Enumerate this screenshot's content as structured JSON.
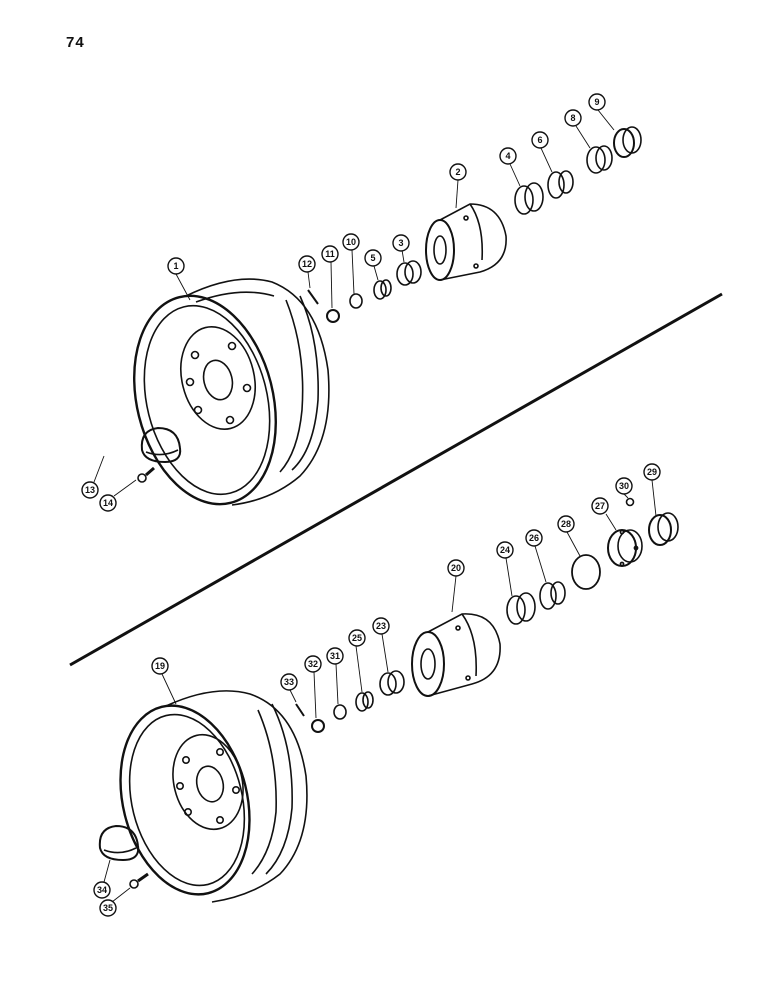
{
  "page_number": "74",
  "callouts_upper": [
    {
      "id": "c1",
      "label": "1"
    },
    {
      "id": "c2",
      "label": "2"
    },
    {
      "id": "c3",
      "label": "3"
    },
    {
      "id": "c4",
      "label": "4"
    },
    {
      "id": "c5",
      "label": "5"
    },
    {
      "id": "c6",
      "label": "6"
    },
    {
      "id": "c8",
      "label": "8"
    },
    {
      "id": "c9",
      "label": "9"
    },
    {
      "id": "c10",
      "label": "10"
    },
    {
      "id": "c11",
      "label": "11"
    },
    {
      "id": "c12",
      "label": "12"
    },
    {
      "id": "c13",
      "label": "13"
    },
    {
      "id": "c14",
      "label": "14"
    }
  ],
  "callouts_lower": [
    {
      "id": "c19",
      "label": "19"
    },
    {
      "id": "c20",
      "label": "20"
    },
    {
      "id": "c23",
      "label": "23"
    },
    {
      "id": "c24",
      "label": "24"
    },
    {
      "id": "c25",
      "label": "25"
    },
    {
      "id": "c26",
      "label": "26"
    },
    {
      "id": "c27",
      "label": "27"
    },
    {
      "id": "c28",
      "label": "28"
    },
    {
      "id": "c29",
      "label": "29"
    },
    {
      "id": "c30",
      "label": "30"
    },
    {
      "id": "c31",
      "label": "31"
    },
    {
      "id": "c32",
      "label": "32"
    },
    {
      "id": "c33",
      "label": "33"
    },
    {
      "id": "c34",
      "label": "34"
    },
    {
      "id": "c35",
      "label": "35"
    }
  ]
}
